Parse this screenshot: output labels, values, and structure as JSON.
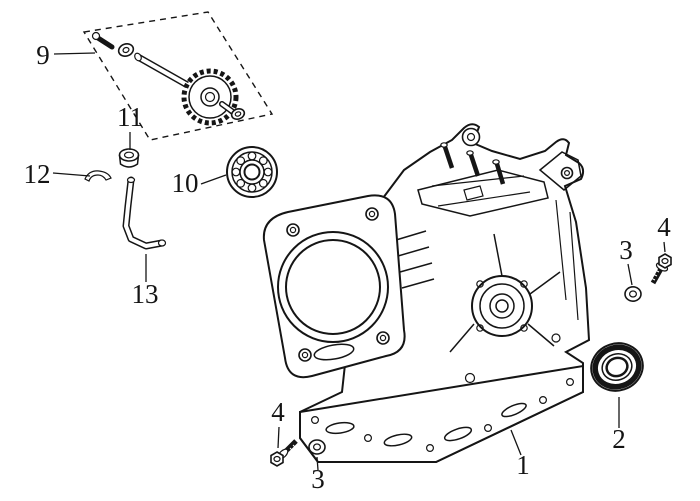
{
  "diagram": {
    "background_color": "#ffffff",
    "line_color": "#151515",
    "callouts": {
      "camshaft_assembly": "9",
      "bearing": "10",
      "cap_nut": "11",
      "clip": "12",
      "oil_pipe": "13",
      "crankcase": "1",
      "oil_seal": "2",
      "washer_right": "3",
      "bolt_right": "4",
      "washer_bottom": "3",
      "bolt_bottom": "4"
    }
  }
}
